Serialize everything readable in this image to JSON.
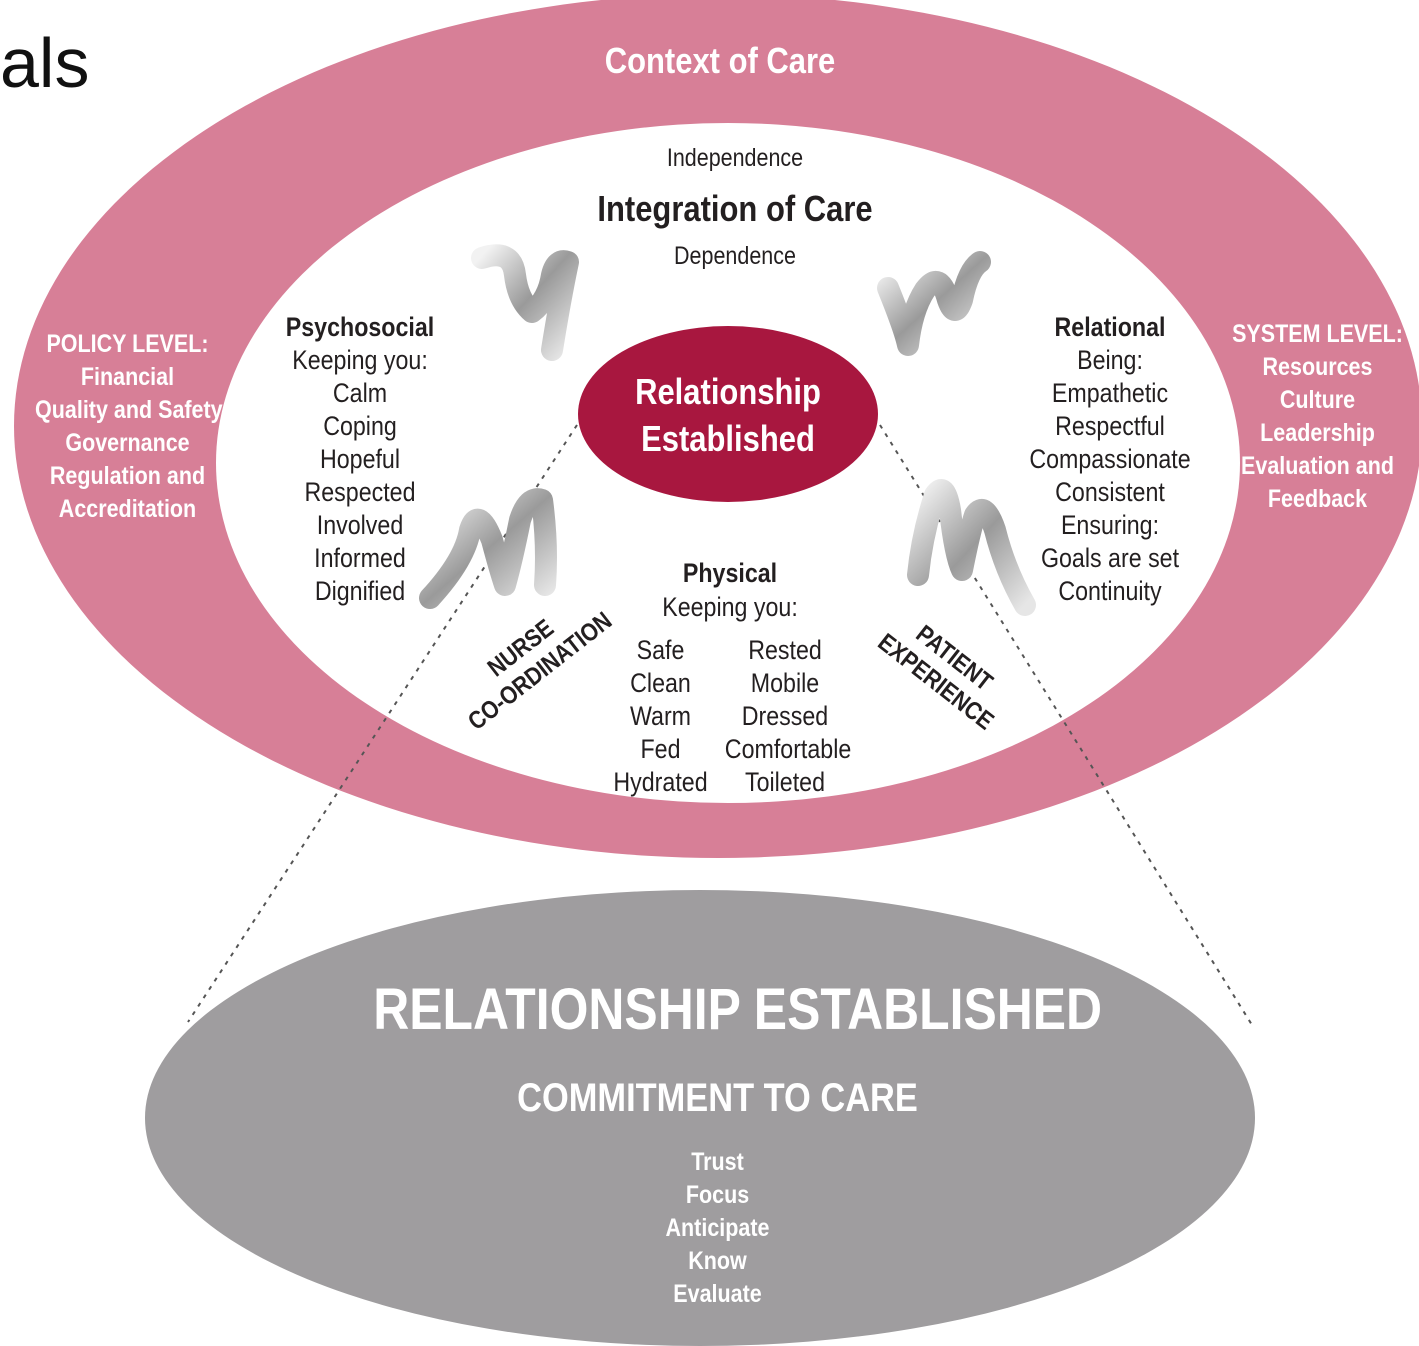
{
  "slide_fragment": "als",
  "colors": {
    "pink": "#d77f97",
    "inner": "#ffffff",
    "burgundy": "#a8173f",
    "grey": "#9f9d9f",
    "text": "#231f20"
  },
  "outer_ring": {
    "title": "Context of Care"
  },
  "policy": {
    "heading": "POLICY LEVEL:",
    "items": [
      "Financial",
      "Quality and Safety",
      "Governance",
      "Regulation and",
      "Accreditation"
    ]
  },
  "system": {
    "heading": "SYSTEM LEVEL:",
    "items": [
      "Resources",
      "Culture",
      "Leadership",
      "Evaluation and",
      "Feedback"
    ]
  },
  "integration": {
    "top": "Independence",
    "title": "Integration of Care",
    "bottom": "Dependence"
  },
  "center": {
    "line1": "Relationship",
    "line2": "Established"
  },
  "psychosocial": {
    "heading": "Psychosocial",
    "sub": "Keeping you:",
    "items": [
      "Calm",
      "Coping",
      "Hopeful",
      "Respected",
      "Involved",
      "Informed",
      "Dignified"
    ]
  },
  "relational": {
    "heading": "Relational",
    "sub": "Being:",
    "items": [
      "Empathetic",
      "Respectful",
      "Compassionate",
      "Consistent"
    ],
    "sub2": "Ensuring:",
    "items2": [
      "Goals are set",
      "Continuity"
    ]
  },
  "physical": {
    "heading": "Physical",
    "sub": "Keeping you:",
    "left": [
      "Safe",
      "Clean",
      "Warm",
      "Fed",
      "Hydrated"
    ],
    "right": [
      "Rested",
      "Mobile",
      "Dressed",
      "Comfortable",
      "Toileted"
    ]
  },
  "nurse": {
    "line1": "NURSE",
    "line2": "CO-ORDINATION"
  },
  "patient": {
    "line1": "PATIENT",
    "line2": "EXPERIENCE"
  },
  "bottom": {
    "title": "RELATIONSHIP ESTABLISHED",
    "subtitle": "COMMITMENT TO CARE",
    "items": [
      "Trust",
      "Focus",
      "Anticipate",
      "Know",
      "Evaluate"
    ]
  }
}
